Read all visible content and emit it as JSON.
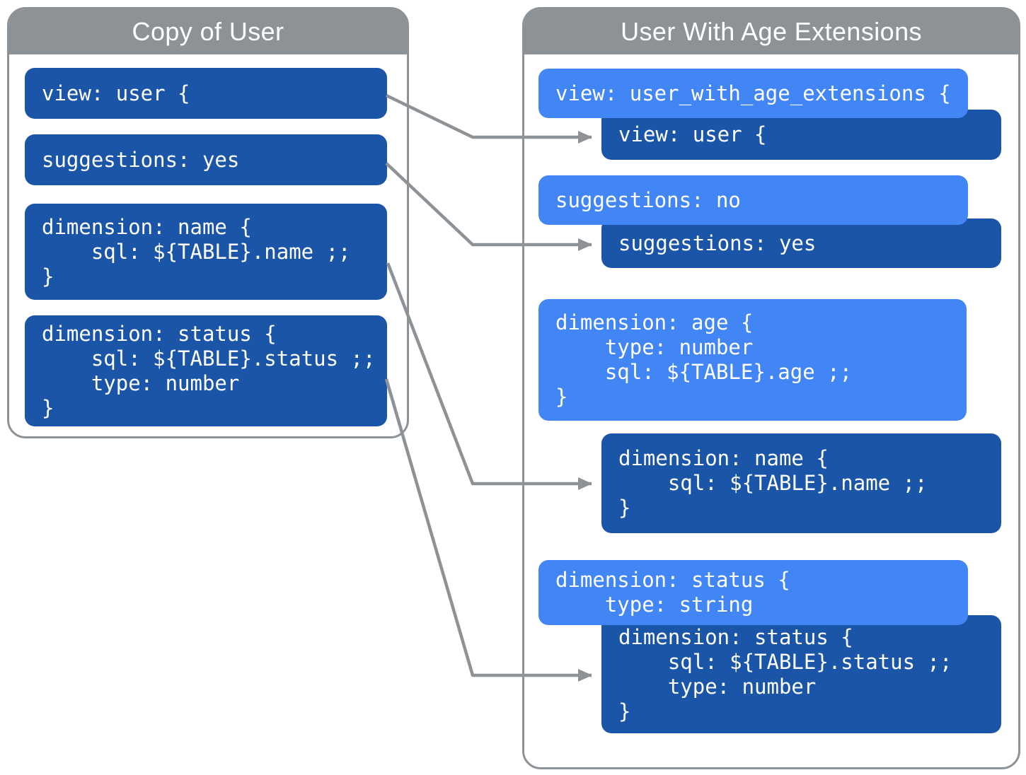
{
  "diagram": {
    "colors": {
      "inherited_block_blue": "#1B55A8",
      "extension_block_blue": "#4285F4",
      "frame_gray": "#8D9297",
      "text_white": "#FFFFFF"
    },
    "left_panel": {
      "title": "Copy of User",
      "blocks": [
        {
          "id": "view-user",
          "code": "view: user {"
        },
        {
          "id": "suggestions-yes",
          "code": "suggestions: yes"
        },
        {
          "id": "dimension-name",
          "code": "dimension: name {\n    sql: ${TABLE}.name ;;\n}"
        },
        {
          "id": "dimension-status",
          "code": "dimension: status {\n    sql: ${TABLE}.status ;;\n    type: number\n}"
        }
      ]
    },
    "right_panel": {
      "title": "User With Age Extensions",
      "blocks": [
        {
          "id": "view-extension",
          "kind": "extension",
          "code": "view: user_with_age_extensions {"
        },
        {
          "id": "view-inherited",
          "kind": "inherited",
          "code": "view: user {"
        },
        {
          "id": "suggestions-extension",
          "kind": "extension",
          "code": "suggestions: no"
        },
        {
          "id": "suggestions-inherited",
          "kind": "inherited",
          "code": "suggestions: yes"
        },
        {
          "id": "dimension-age-extension",
          "kind": "extension",
          "code": "dimension: age {\n    type: number\n    sql: ${TABLE}.age ;;\n}"
        },
        {
          "id": "dimension-name-inherited",
          "kind": "inherited",
          "code": "dimension: name {\n    sql: ${TABLE}.name ;;\n}"
        },
        {
          "id": "dimension-status-extension",
          "kind": "extension",
          "code": "dimension: status {\n    type: string"
        },
        {
          "id": "dimension-status-inherited",
          "kind": "inherited",
          "code": "dimension: status {\n    sql: ${TABLE}.status ;;\n    type: number\n}"
        }
      ]
    },
    "arrows": [
      {
        "from": "view-user",
        "to": "view-inherited"
      },
      {
        "from": "suggestions-yes",
        "to": "suggestions-inherited"
      },
      {
        "from": "dimension-name",
        "to": "dimension-name-inherited"
      },
      {
        "from": "dimension-status",
        "to": "dimension-status-inherited"
      }
    ]
  }
}
